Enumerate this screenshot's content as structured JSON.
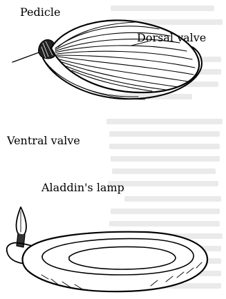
{
  "labels": {
    "pedicle": "Pedicle",
    "dorsal_valve": "Dorsal valve",
    "ventral_valve": "Ventral valve",
    "aladdins_lamp": "Aladdin's lamp"
  }
}
